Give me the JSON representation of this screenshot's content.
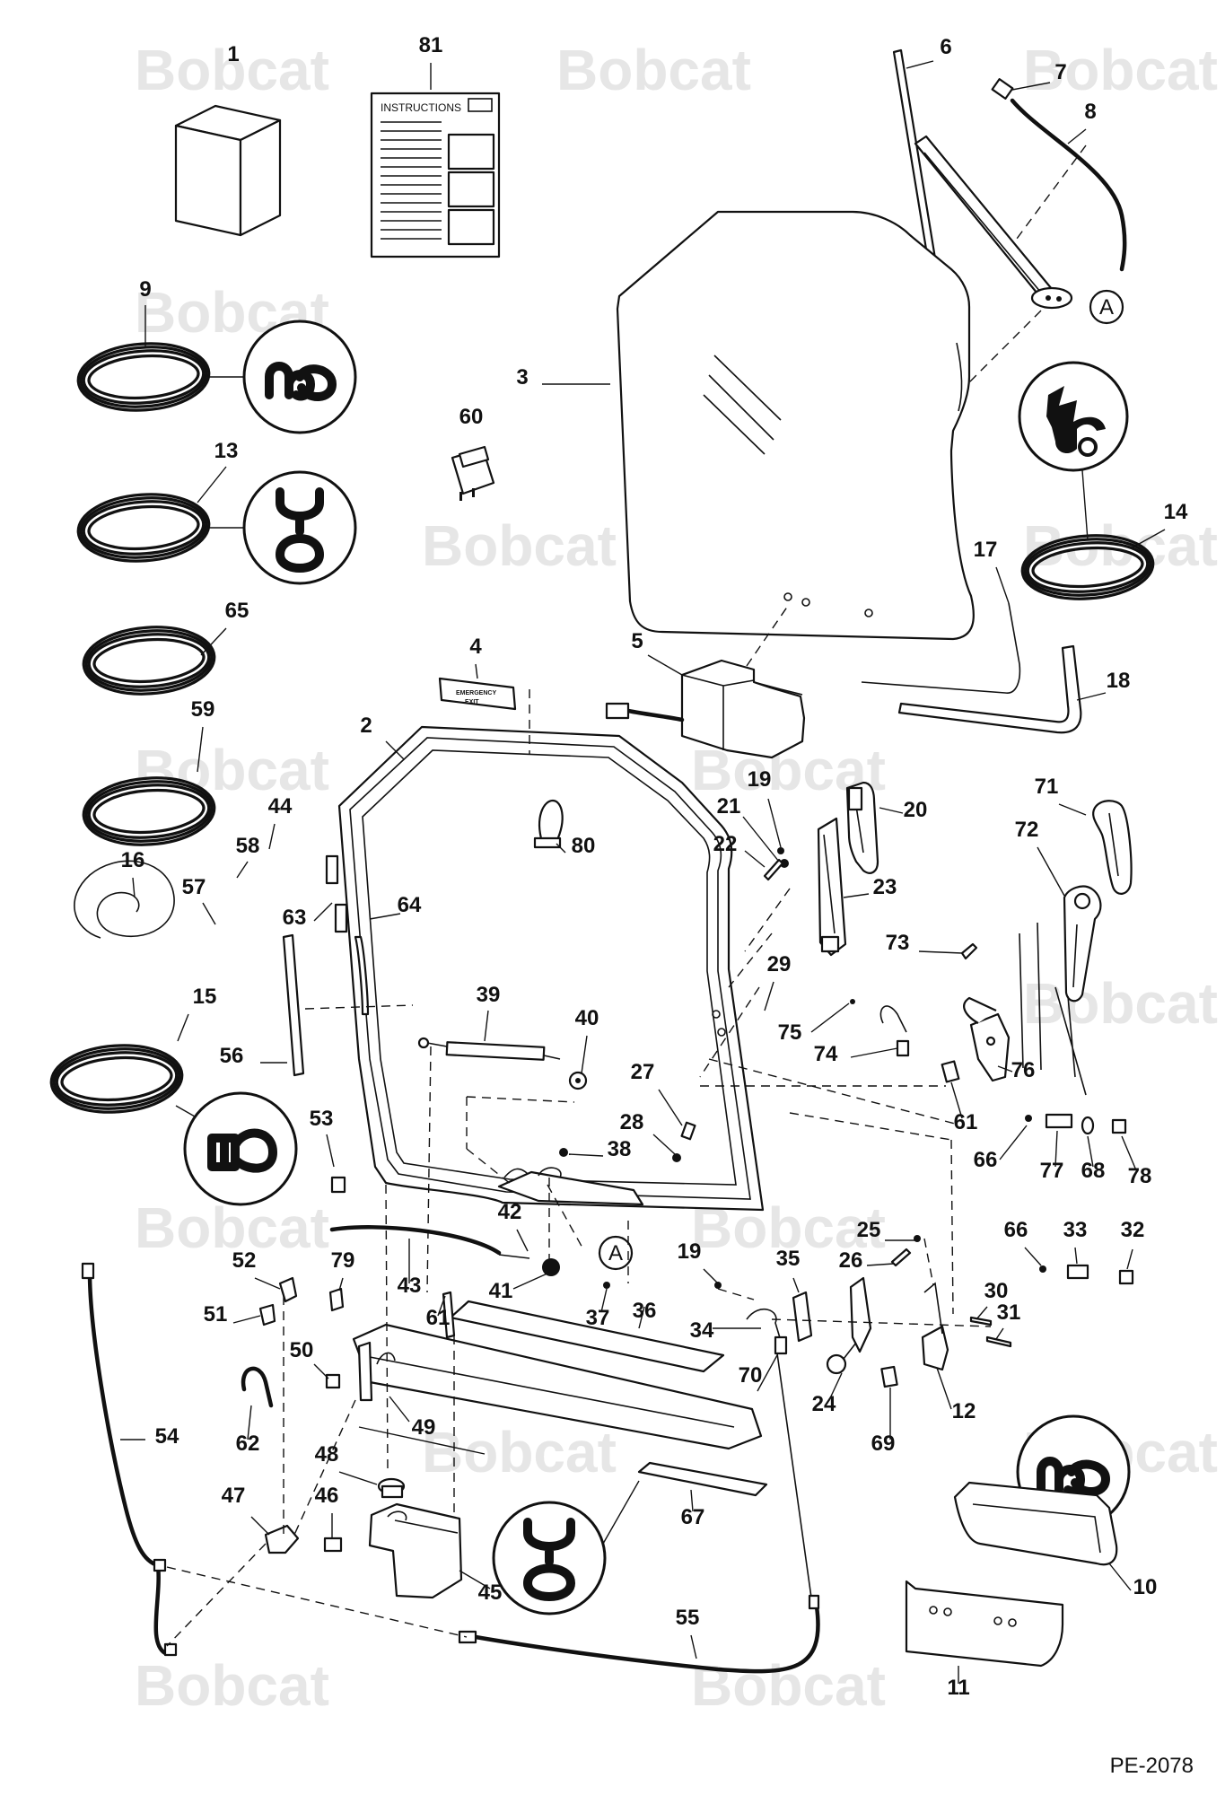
{
  "drawing_id": "PE-2078",
  "watermark_text": "Bobcat",
  "instructions_text": "INSTRUCTIONS",
  "decal_text": [
    "EMERGENCY",
    "EXIT"
  ],
  "callout_letter": "A",
  "labels": [
    "1",
    "81",
    "6",
    "7",
    "8",
    "9",
    "3",
    "13",
    "60",
    "14",
    "17",
    "65",
    "4",
    "5",
    "18",
    "2",
    "19",
    "20",
    "59",
    "21",
    "71",
    "44",
    "22",
    "80",
    "72",
    "58",
    "23",
    "16",
    "57",
    "63",
    "64",
    "73",
    "29",
    "39",
    "40",
    "75",
    "74",
    "76",
    "15",
    "56",
    "27",
    "28",
    "38",
    "61",
    "53",
    "66",
    "77",
    "68",
    "78",
    "42",
    "25",
    "66",
    "33",
    "32",
    "19",
    "52",
    "79",
    "26",
    "35",
    "43",
    "41",
    "37",
    "36",
    "30",
    "51",
    "31",
    "34",
    "50",
    "61",
    "62",
    "49",
    "24",
    "12",
    "70",
    "54",
    "69",
    "48",
    "47",
    "46",
    "67",
    "10",
    "45",
    "11",
    "55"
  ]
}
